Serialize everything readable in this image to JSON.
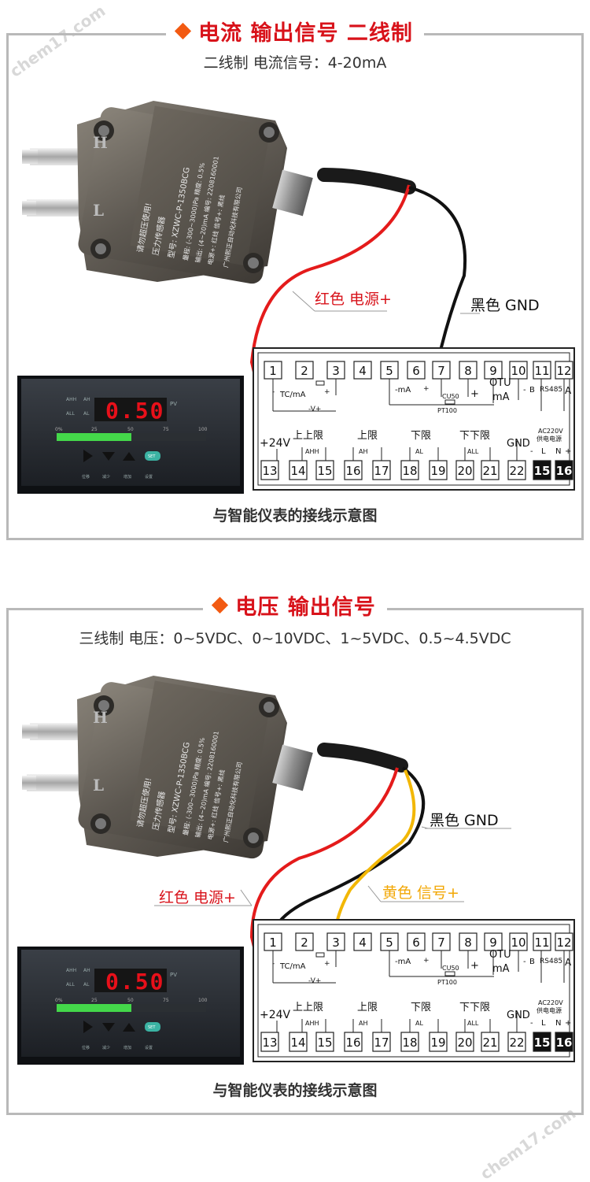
{
  "watermark": "chem17.com",
  "section1": {
    "heading": "电流 输出信号 二线制",
    "subtitle": "二线制 电流信号：4-20mA",
    "red_label": "红色 电源+",
    "black_label": "黑色 GND",
    "caption": "与智能仪表的接线示意图"
  },
  "section2": {
    "heading": "电压 输出信号",
    "subtitle": "三线制 电压：0~5VDC、0~10VDC、1~5VDC、0.5~4.5VDC",
    "red_label": "红色 电源+",
    "black_label": "黑色 GND",
    "yellow_label": "黄色 信号+",
    "caption": "与智能仪表的接线示意图"
  },
  "sensor": {
    "line1": "请勿超压使用!",
    "line2": "压力传感器",
    "line3": "型号: XZWC-P-1350BCG",
    "line4": "量程: (-300~3000)Pa  精度: 0.5%",
    "line5": "输出: (4~20)mA  编号: 2208160001",
    "line6": "电源+: 红线  信号+: 黑线",
    "line7": "广州熙正自动化科技有限公司",
    "port_h": "H",
    "port_l": "L"
  },
  "meter": {
    "display": "0.50",
    "pv": "PV",
    "ahh": "AHH",
    "ah": "AH",
    "all": "ALL",
    "al": "AL",
    "scale": [
      "0%",
      "25",
      "50",
      "75",
      "100"
    ],
    "bar_level": 0.5,
    "buttons": [
      "位移",
      "减少",
      "增加",
      "设置"
    ],
    "set": "SET"
  },
  "terminals_top": [
    "1",
    "2",
    "3",
    "4",
    "5",
    "6",
    "7",
    "8",
    "9",
    "10",
    "11",
    "12"
  ],
  "terminals_bottom": [
    "13",
    "14",
    "15",
    "16",
    "17",
    "18",
    "19",
    "20",
    "21",
    "22",
    "15",
    "16"
  ],
  "diagram": {
    "tcma": "TC/mA",
    "vplus": "-V+",
    "minus": "-",
    "plus": "+",
    "ma": "-mA",
    "cu50": "CU50",
    "pt100": "PT100",
    "otu": "OTU",
    "otu_ma": "mA",
    "b": "B",
    "rs485": "RS485",
    "a": "A",
    "v24": "+24V",
    "upper_upper": "上上限",
    "upper": "上限",
    "lower": "下限",
    "lower_lower": "下下限",
    "gnd": "GND",
    "ac220": "AC220V",
    "supply": "供电电源",
    "ahh": "AHH",
    "ah": "AH",
    "al": "AL",
    "all": "ALL",
    "l": "L",
    "n": "N"
  }
}
